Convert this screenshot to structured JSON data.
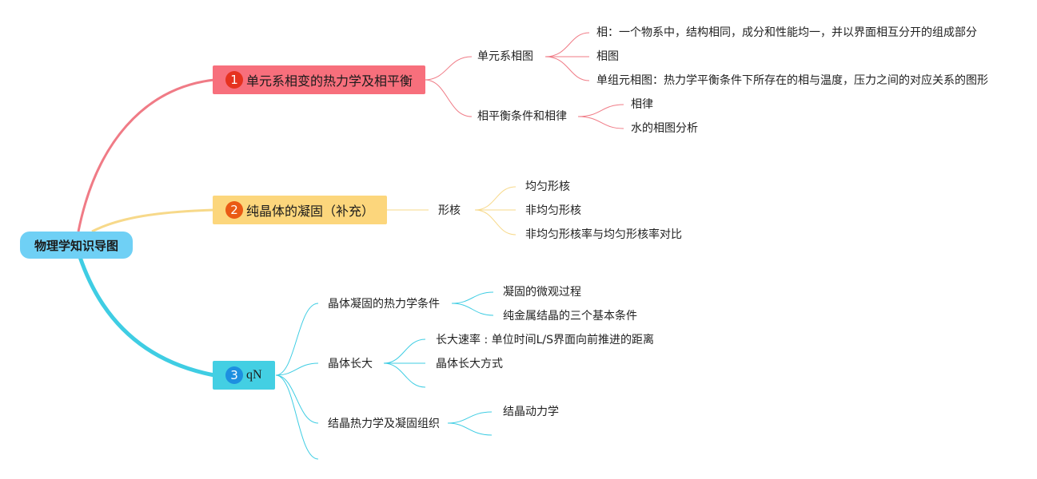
{
  "root": {
    "label": "物理学知识导图"
  },
  "colors": {
    "branch1": "#f07b86",
    "branch2": "#f7d98a",
    "branch3": "#3fcde3",
    "root": "#6fd0f5",
    "box1": "#f76f7c",
    "box2": "#fcd67c",
    "box3": "#43cfe3",
    "badge1": "#e6321f",
    "badge2": "#ea5a14",
    "badge3": "#1d8fe0"
  },
  "branches": [
    {
      "number": "1",
      "label": "单元系相变的热力学及相平衡",
      "children": [
        {
          "label": "单元系相图",
          "children": [
            "相：一个物系中，结构相同，成分和性能均一，并以界面相互分开的组成部分",
            "相图",
            "单组元相图：热力学平衡条件下所存在的相与温度，压力之间的对应关系的图形"
          ]
        },
        {
          "label": "相平衡条件和相律",
          "children": [
            "相律",
            "水的相图分析"
          ]
        }
      ]
    },
    {
      "number": "2",
      "label": "纯晶体的凝固（补充）",
      "children": [
        {
          "label": "形核",
          "children": [
            "均匀形核",
            "非均匀形核",
            "非均匀形核率与均匀形核率对比"
          ]
        }
      ]
    },
    {
      "number": "3",
      "label": "qN",
      "children": [
        {
          "label": "晶体凝固的热力学条件",
          "children": [
            "凝固的微观过程",
            "纯金属结晶的三个基本条件"
          ]
        },
        {
          "label": "晶体长大",
          "children": [
            "长大速率 ￼: 单位时间L/S界面向前推进的距离",
            "晶体长大方式"
          ]
        },
        {
          "label": "结晶热力学及凝固组织",
          "children": [
            "结晶动力学"
          ]
        }
      ]
    }
  ]
}
